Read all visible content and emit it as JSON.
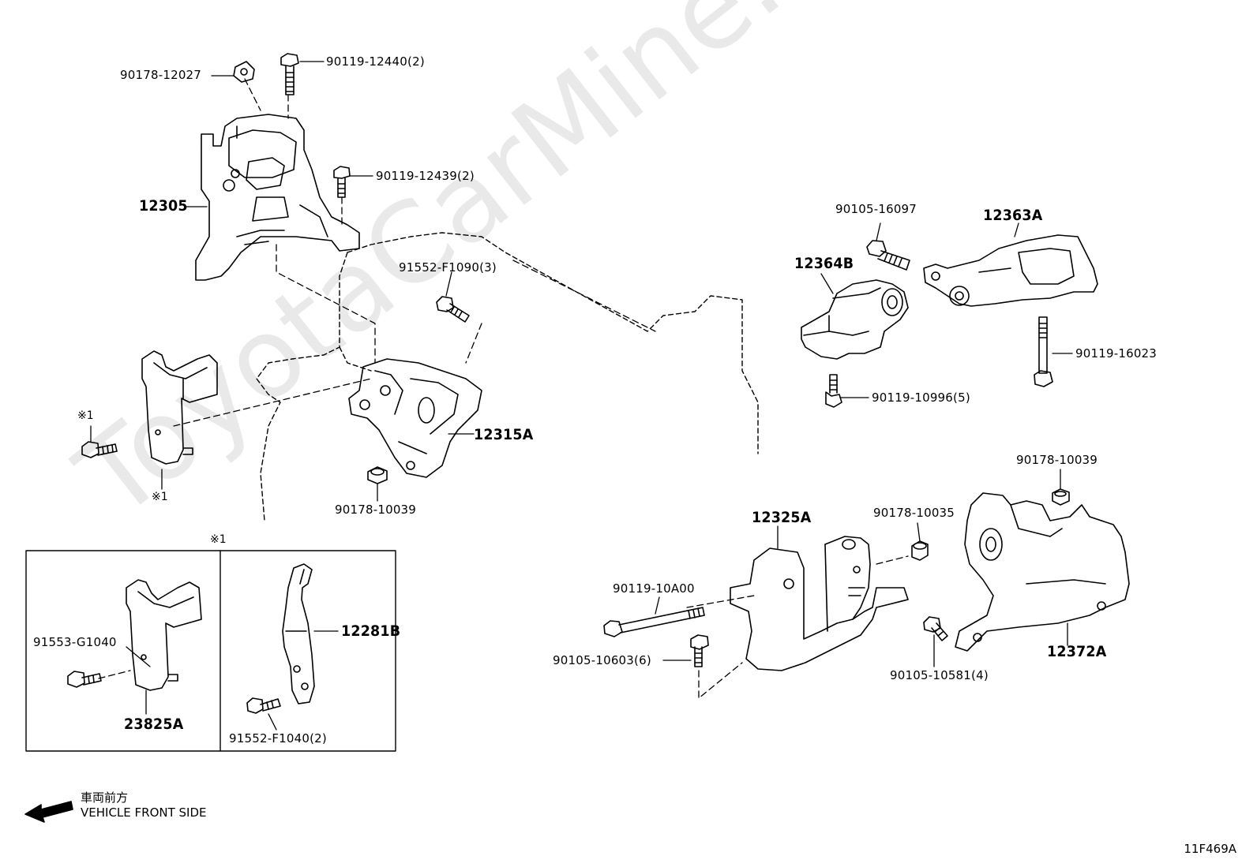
{
  "watermark": "ToyotaCarMine.ru",
  "labels": {
    "p90178_12027": "90178-12027",
    "p90119_12440": "90119-12440(2)",
    "p90119_12439": "90119-12439(2)",
    "p12305": "12305",
    "p91552_F1090": "91552-F1090(3)",
    "p90105_16097": "90105-16097",
    "p12363A": "12363A",
    "p12364B": "12364B",
    "p90119_16023": "90119-16023",
    "p90119_10996": "90119-10996(5)",
    "p12315A": "12315A",
    "p90178_10039a": "90178-10039",
    "p90178_10039b": "90178-10039",
    "p12325A": "12325A",
    "p90178_10035": "90178-10035",
    "p90119_10A00": "90119-10A00",
    "p90105_10603": "90105-10603(6)",
    "p90105_10581": "90105-10581(4)",
    "p12372A": "12372A",
    "p91553_G1040": "91553-G1040",
    "p23825A": "23825A",
    "p12281B": "12281B",
    "p91552_F1040": "91552-F1040(2)"
  },
  "notes": {
    "mark1": "※1",
    "mark2": "※1",
    "mark3": "※1"
  },
  "front": {
    "cn": "車両前方",
    "en": "VEHICLE FRONT SIDE"
  },
  "figure_code": "11F469A"
}
